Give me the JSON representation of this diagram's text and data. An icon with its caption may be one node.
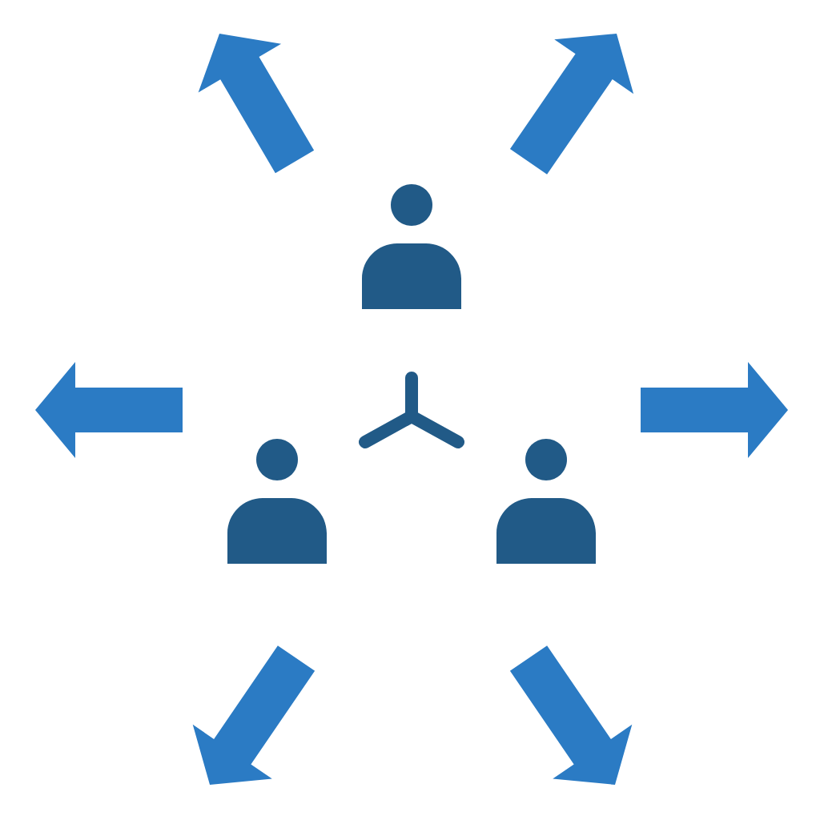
{
  "diagram": {
    "nodes": [
      {
        "text": [],
        "shape": "person"
      },
      {
        "text": [],
        "shape": "person"
      },
      {
        "text": [],
        "shape": "person"
      }
    ]
  }
}
